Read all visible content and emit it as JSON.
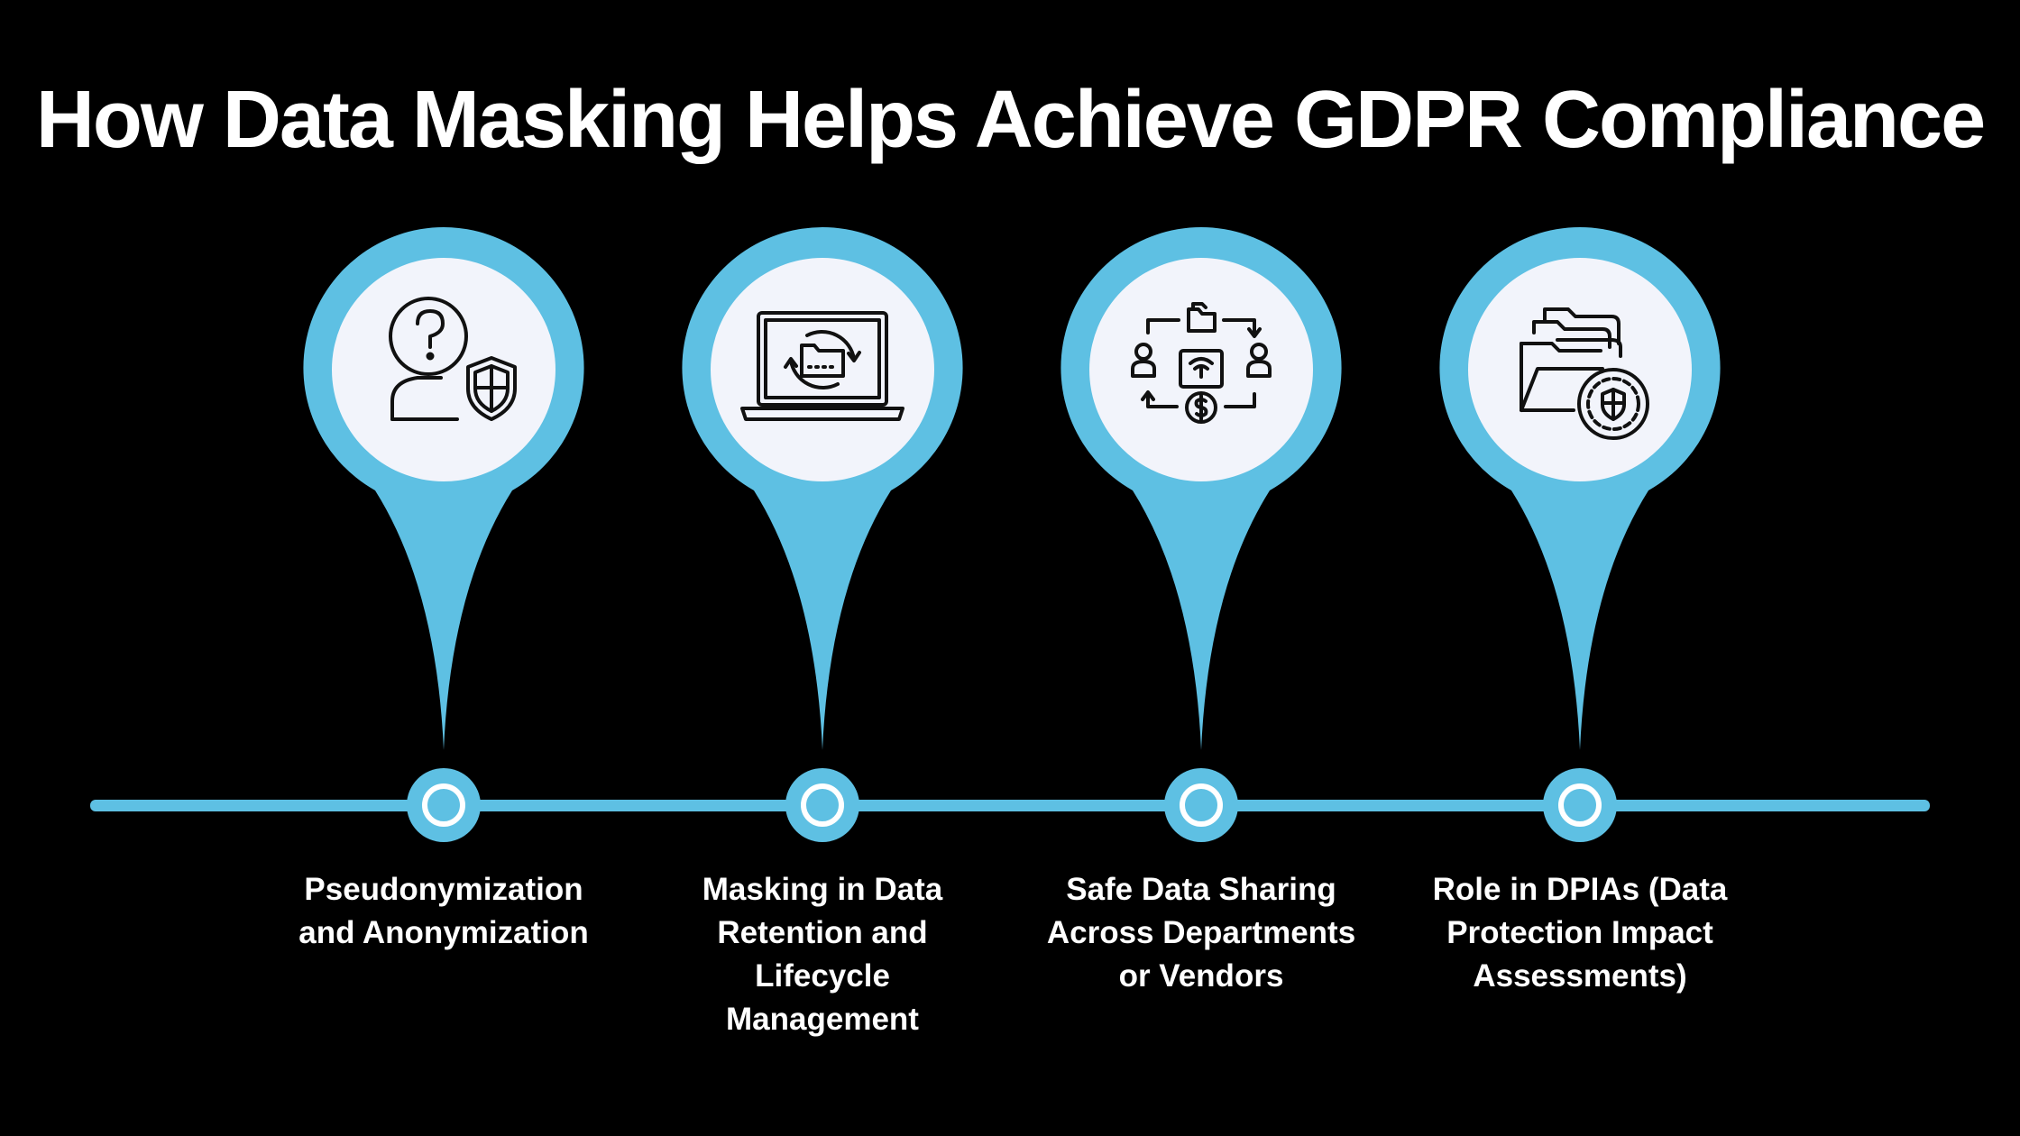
{
  "title": "How Data Masking Helps Achieve GDPR Compliance",
  "colors": {
    "background": "#000000",
    "accent": "#5ec0e3",
    "icon_fill": "#f2f4fb",
    "text": "#ffffff"
  },
  "steps": [
    {
      "label": "Pseudonymization and Anonymization",
      "icon": "question-person-shield-icon"
    },
    {
      "label": "Masking in Data Retention and Lifecycle Management",
      "icon": "laptop-folder-sync-icon"
    },
    {
      "label": "Safe Data Sharing Across Departments or Vendors",
      "icon": "data-sharing-network-icon"
    },
    {
      "label": "Role in DPIAs (Data Protection Impact Assessments)",
      "icon": "folders-protection-badge-icon"
    }
  ]
}
